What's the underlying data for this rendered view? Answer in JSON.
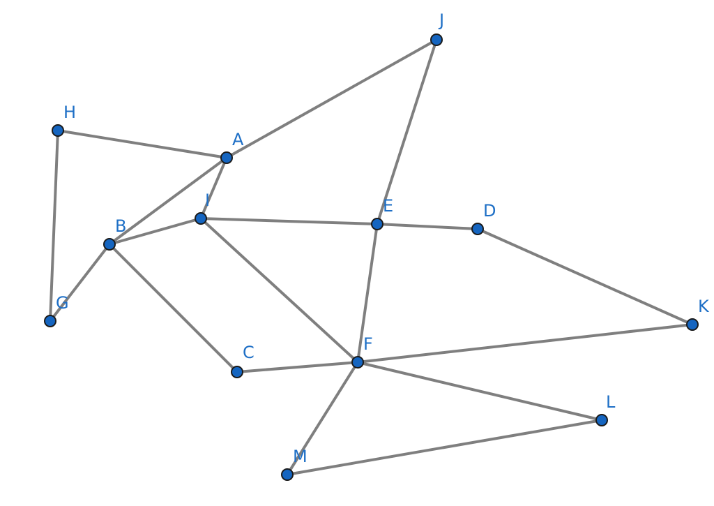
{
  "graph": {
    "node_color": "#1565c0",
    "label_color": "#1e6fc6",
    "edge_color": "#7f7f7f",
    "nodes": [
      {
        "id": "A",
        "label": "A"
      },
      {
        "id": "B",
        "label": "B"
      },
      {
        "id": "C",
        "label": "C"
      },
      {
        "id": "D",
        "label": "D"
      },
      {
        "id": "E",
        "label": "E"
      },
      {
        "id": "F",
        "label": "F"
      },
      {
        "id": "G",
        "label": "G"
      },
      {
        "id": "H",
        "label": "H"
      },
      {
        "id": "I",
        "label": "I"
      },
      {
        "id": "J",
        "label": "J"
      },
      {
        "id": "K",
        "label": "K"
      },
      {
        "id": "L",
        "label": "L"
      },
      {
        "id": "M",
        "label": "M"
      }
    ],
    "edges": [
      [
        "H",
        "A"
      ],
      [
        "H",
        "G"
      ],
      [
        "A",
        "J"
      ],
      [
        "A",
        "I"
      ],
      [
        "A",
        "B"
      ],
      [
        "B",
        "G"
      ],
      [
        "B",
        "I"
      ],
      [
        "B",
        "C"
      ],
      [
        "I",
        "E"
      ],
      [
        "I",
        "F"
      ],
      [
        "E",
        "J"
      ],
      [
        "E",
        "D"
      ],
      [
        "E",
        "F"
      ],
      [
        "D",
        "K"
      ],
      [
        "C",
        "F"
      ],
      [
        "F",
        "K"
      ],
      [
        "F",
        "L"
      ],
      [
        "F",
        "M"
      ],
      [
        "M",
        "L"
      ]
    ]
  }
}
